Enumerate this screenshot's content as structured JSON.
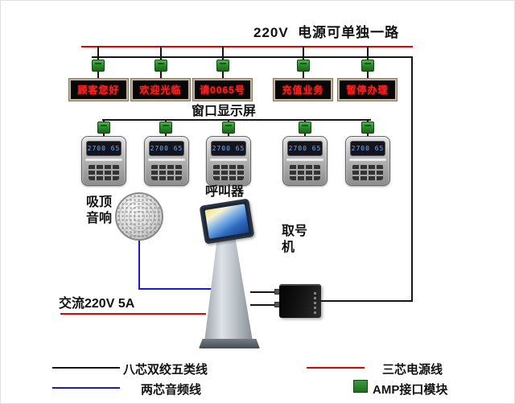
{
  "top": {
    "power_label": "220V  电源可单独一路"
  },
  "display_row": {
    "caption": "窗口显示屏",
    "items": [
      "顾客您好",
      "欢迎光临",
      "请0065号",
      "充值业务",
      "暂停办理"
    ]
  },
  "caller_row": {
    "caption": "呼叫器",
    "screen_value": "2700 65"
  },
  "speaker": {
    "caption": "吸顶音响"
  },
  "kiosk": {
    "caption": "取号机"
  },
  "power_bottom": {
    "caption": "交流220V 5A"
  },
  "legend": {
    "cat5": "八芯双绞五类线",
    "power": "三芯电源线",
    "audio": "两芯音频线",
    "amp": "AMP接口模块"
  },
  "colors": {
    "power_line": "#e60000",
    "data_line": "#151515",
    "audio_line": "#1a1acc",
    "amp_module_green": "#2e8b2e",
    "led_text": "#ff1e1e",
    "caller_screen_text": "#6db1ff"
  }
}
